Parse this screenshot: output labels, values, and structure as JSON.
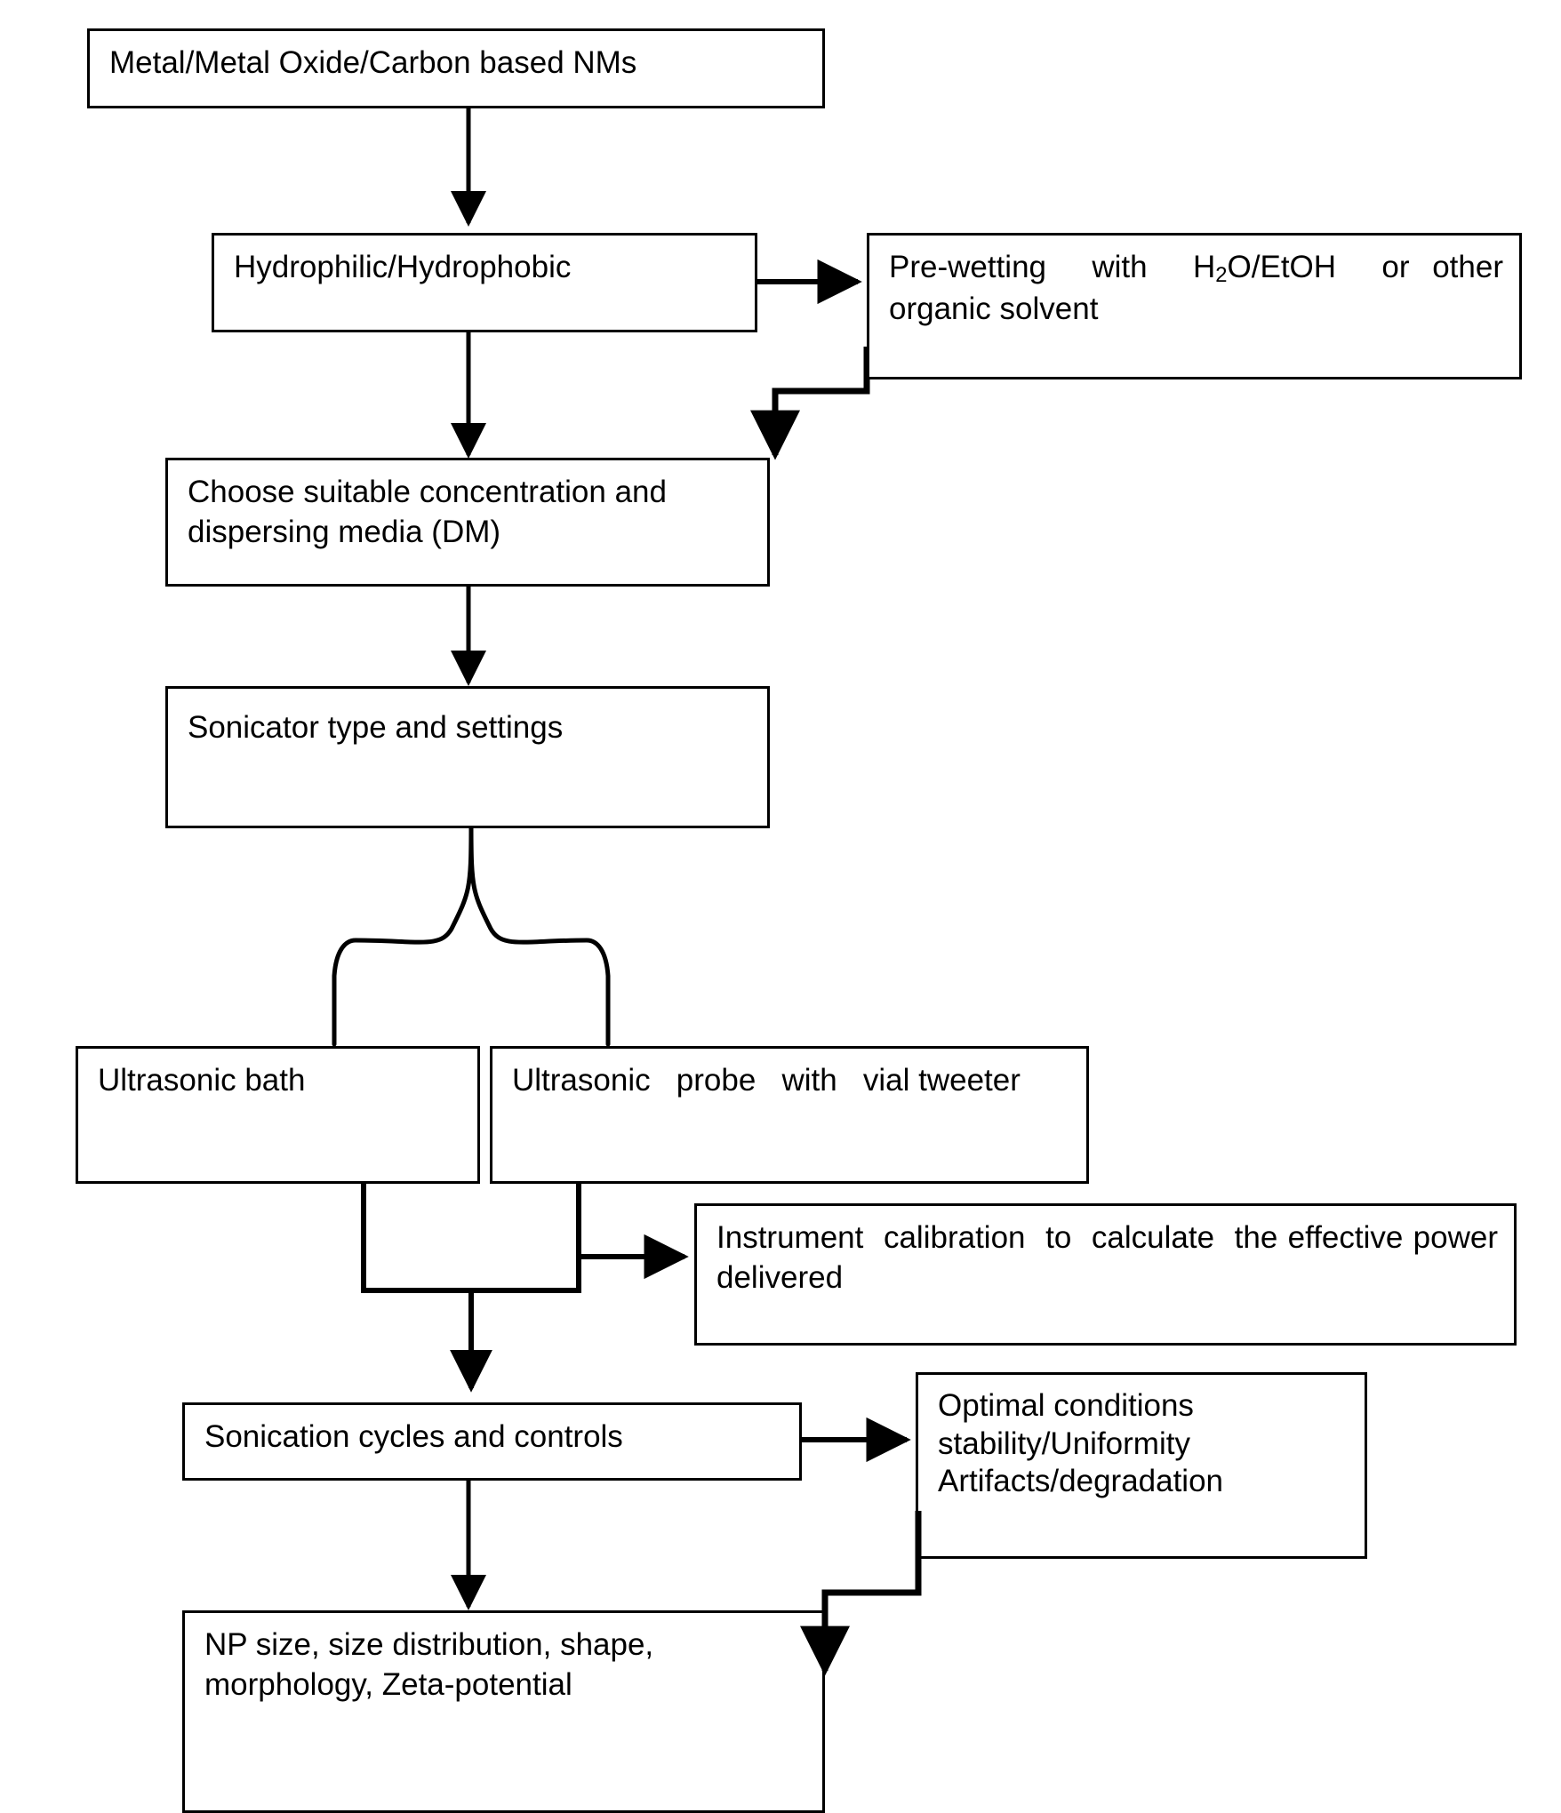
{
  "diagram": {
    "title": "Nanomaterial dispersion sonication protocol flowchart",
    "line_color": "#000000",
    "box_fill": "#ffffff",
    "nodes": {
      "source_nm": "Metal/Metal Oxide/Carbon based NMs",
      "hydro": "Hydrophilic/Hydrophobic",
      "prewet_line1": "Pre-wetting with H",
      "prewet_sub": "2",
      "prewet_line2": "O/EtOH or other organic solvent",
      "prewet_full": "Pre-wetting with H2O/EtOH or other organic solvent",
      "concentration": "Choose suitable concentration and dispersing media (DM)",
      "sonicator": "Sonicator type and settings",
      "bath": "Ultrasonic bath",
      "probe": "Ultrasonic probe with vial tweeter",
      "calibration": "Instrument calibration to calculate the effective power delivered",
      "cycles": "Sonication cycles and controls",
      "optimal_line1": "Optimal conditions",
      "optimal_line2": "stability/Uniformity",
      "optimal_line3": "Artifacts/degradation",
      "np_size": "NP size, size distribution, shape, morphology, Zeta-potential"
    },
    "connectors": [
      {
        "name": "source-to-hydro",
        "type": "arrow-down"
      },
      {
        "name": "hydro-to-prewetting",
        "type": "arrow-right"
      },
      {
        "name": "hydro-to-concentration",
        "type": "arrow-down"
      },
      {
        "name": "prewetting-to-concentration",
        "type": "elbow-arrow-down"
      },
      {
        "name": "concentration-to-sonicator",
        "type": "arrow-down"
      },
      {
        "name": "sonicator-split-brace",
        "type": "curly-brace"
      },
      {
        "name": "ultrasonic-merge",
        "type": "merge-bus"
      },
      {
        "name": "merge-to-calibration",
        "type": "arrow-right"
      },
      {
        "name": "merge-to-cycles",
        "type": "arrow-down"
      },
      {
        "name": "cycles-to-optimal",
        "type": "arrow-right"
      },
      {
        "name": "cycles-to-npsize",
        "type": "arrow-down"
      },
      {
        "name": "optimal-to-npsize",
        "type": "elbow-arrow-down"
      }
    ]
  }
}
